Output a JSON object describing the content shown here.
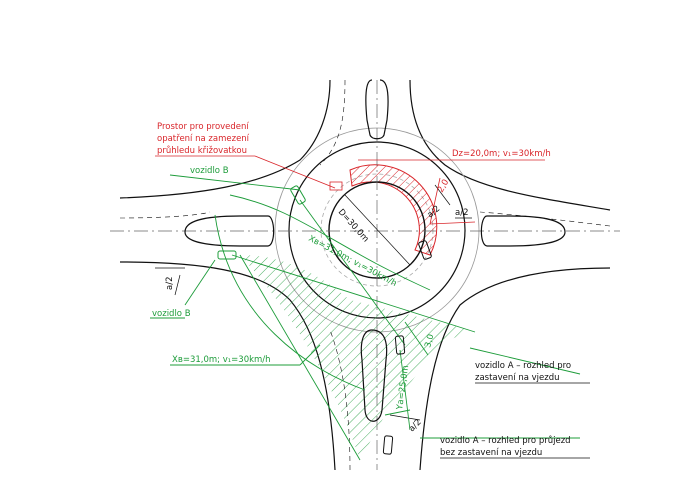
{
  "labels": {
    "prostor_line1": "Prostor pro provedení",
    "prostor_line2": "opatření na zamezení",
    "prostor_line3": "průhledu křižovatkou",
    "dz": "Dz=20,0m; v₁=30km/h",
    "d_inner": "D=30,0m",
    "dim_2": "2,0",
    "a2_right1": "a/2",
    "a2_right2": "a/2",
    "a2_left": "a/2",
    "a2_bottom": "a/2",
    "vozidlo_b_top": "vozidlo B",
    "vozidlo_b_left": "vozidlo B",
    "xb_inner": "Xв=31,0m; v₁=30km/h",
    "xb_outer": "Xв=31,0m; v₁=30km/h",
    "dim_3": "3,0",
    "ya": "Yа=25,0m",
    "vozidlo_a1_line1": "vozidlo A – rozhled pro",
    "vozidlo_a1_line2": "zastavení na vjezdu",
    "vozidlo_a2_line1": "vozidlo A – rozhled pro průjezd",
    "vozidlo_a2_line2": "bez zastavení na vjezdu"
  },
  "colors": {
    "road": "#111111",
    "axis": "#666666",
    "red": "#d9262b",
    "green": "#1d9c3a"
  }
}
